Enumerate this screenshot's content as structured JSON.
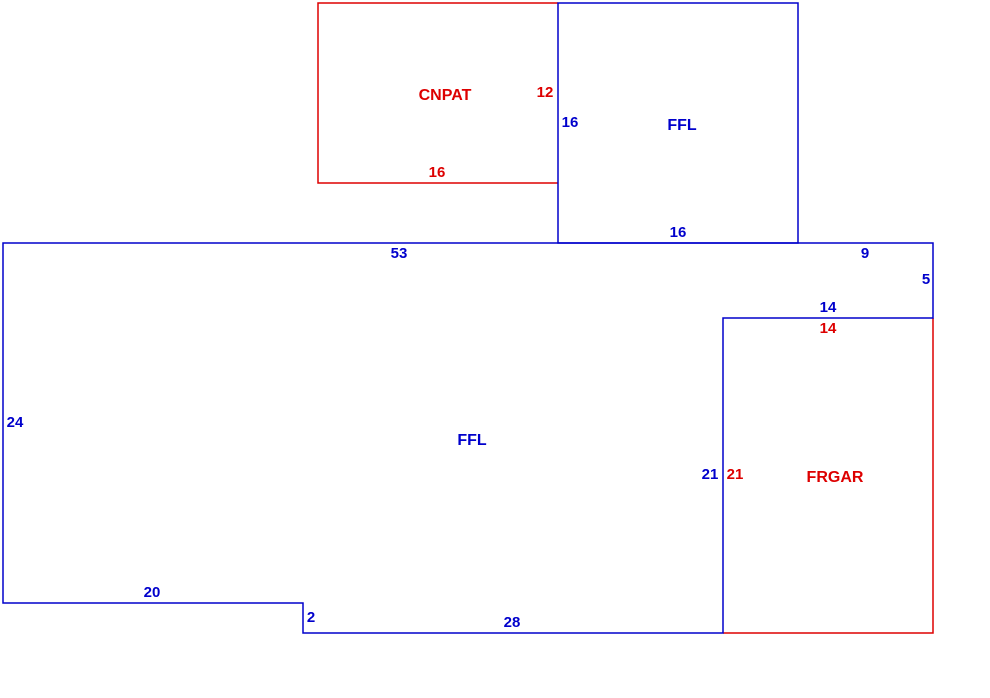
{
  "colors": {
    "living": "#0000cc",
    "attached": "#dd0000"
  },
  "areas": {
    "main_ffl": {
      "name": "FFL",
      "dims": {
        "top": "53",
        "left": "24",
        "bottom_left": "20",
        "step": "2",
        "bottom_right": "28",
        "inner_right": "21",
        "top_right": "9",
        "right_step": "5",
        "ledge": "14"
      }
    },
    "upper_ffl": {
      "name": "FFL",
      "dims": {
        "left": "16",
        "bottom": "16"
      }
    },
    "cnpat": {
      "name": "CNPAT",
      "dims": {
        "right": "12",
        "bottom": "16"
      }
    },
    "frgar": {
      "name": "FRGAR",
      "dims": {
        "top": "14",
        "left": "21"
      }
    }
  }
}
